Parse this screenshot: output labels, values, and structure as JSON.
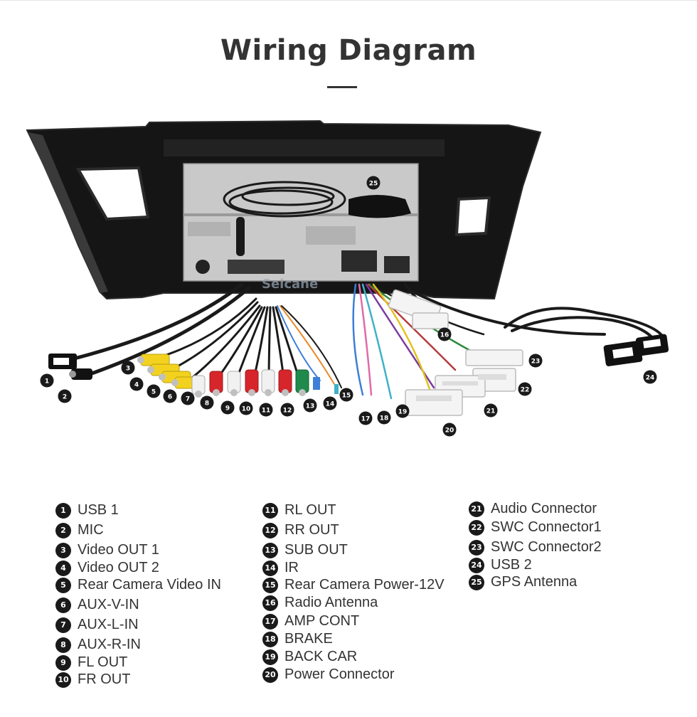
{
  "page": {
    "title": "Wiring Diagram",
    "watermark": "Seicane"
  },
  "colors": {
    "title": "#333333",
    "badge": "#1a1a1a",
    "panel": "#151515",
    "chassis": "#c9c9c9",
    "yellow_plug": "#f3d21f",
    "red_plug": "#d6262b",
    "white_plug": "#f1f1f1",
    "green_plug": "#1f8a4c"
  },
  "badges": [
    {
      "n": "1"
    },
    {
      "n": "2"
    },
    {
      "n": "3"
    },
    {
      "n": "4"
    },
    {
      "n": "5"
    },
    {
      "n": "6"
    },
    {
      "n": "7"
    },
    {
      "n": "8"
    },
    {
      "n": "9"
    },
    {
      "n": "10"
    },
    {
      "n": "11"
    },
    {
      "n": "12"
    },
    {
      "n": "13"
    },
    {
      "n": "14"
    },
    {
      "n": "15"
    },
    {
      "n": "16"
    },
    {
      "n": "17"
    },
    {
      "n": "18"
    },
    {
      "n": "19"
    },
    {
      "n": "20"
    },
    {
      "n": "21"
    },
    {
      "n": "22"
    },
    {
      "n": "23"
    },
    {
      "n": "24"
    },
    {
      "n": "25"
    }
  ],
  "legend": [
    {
      "n": "1",
      "label": "USB 1"
    },
    {
      "n": "2",
      "label": "MIC"
    },
    {
      "n": "3",
      "label": "Video OUT 1"
    },
    {
      "n": "4",
      "label": "Video OUT 2"
    },
    {
      "n": "5",
      "label": "Rear Camera Video IN"
    },
    {
      "n": "6",
      "label": "AUX-V-IN"
    },
    {
      "n": "7",
      "label": "AUX-L-IN"
    },
    {
      "n": "8",
      "label": "AUX-R-IN"
    },
    {
      "n": "9",
      "label": "FL OUT"
    },
    {
      "n": "10",
      "label": "FR OUT"
    },
    {
      "n": "11",
      "label": "RL OUT"
    },
    {
      "n": "12",
      "label": "RR OUT"
    },
    {
      "n": "13",
      "label": "SUB OUT"
    },
    {
      "n": "14",
      "label": "IR"
    },
    {
      "n": "15",
      "label": "Rear Camera Power-12V"
    },
    {
      "n": "16",
      "label": "Radio Antenna"
    },
    {
      "n": "17",
      "label": "AMP CONT"
    },
    {
      "n": "18",
      "label": "BRAKE"
    },
    {
      "n": "19",
      "label": "BACK CAR"
    },
    {
      "n": "20",
      "label": "Power Connector"
    },
    {
      "n": "21",
      "label": "Audio Connector"
    },
    {
      "n": "22",
      "label": "SWC Connector1"
    },
    {
      "n": "23",
      "label": "SWC Connector2"
    },
    {
      "n": "24",
      "label": "USB 2"
    },
    {
      "n": "25",
      "label": "GPS Antenna"
    }
  ]
}
